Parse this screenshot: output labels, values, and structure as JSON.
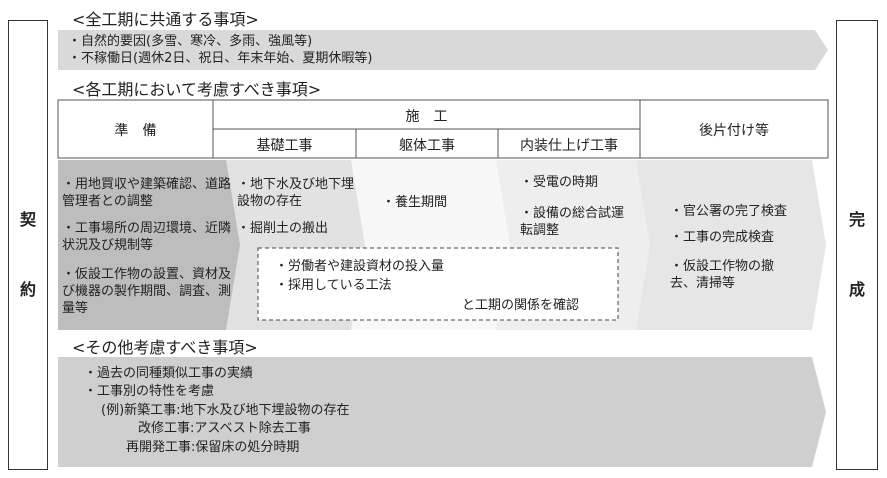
{
  "contract": [
    "契",
    "約"
  ],
  "completion": [
    "完",
    "成"
  ],
  "section1": {
    "heading": "<全工期に共通する事項>",
    "items": [
      "・自然的要因(多雪、寒冷、多雨、強風等)",
      "・不稼働日(週休2日、祝日、年末年始、夏期休暇等)"
    ]
  },
  "section2": {
    "heading": "<各工期において考慮すべき事項>",
    "headers": {
      "preparation": "準　備",
      "construction": "施　工",
      "foundation": "基礎工事",
      "structure": "躯体工事",
      "interior": "内装仕上げ工事",
      "cleanup": "後片付け等"
    },
    "preparation_items": [
      "・用地買収や建築確認、道路管理者との調整",
      "・工事場所の周辺環境、近隣状況及び規制等",
      "・仮設工作物の設置、資材及び機器の製作期間、調査、測量等"
    ],
    "foundation_items": [
      "・地下水及び地下埋設物の存在",
      "・掘削土の搬出"
    ],
    "structure_items": [
      "・養生期間"
    ],
    "interior_items": [
      "・受電の時期",
      "・設備の総合試運転調整"
    ],
    "cleanup_items": [
      "・官公署の完了検査",
      "・工事の完成検査",
      "・仮設工作物の撤去、清掃等"
    ],
    "dashed_box": [
      "・労働者や建設資材の投入量",
      "・採用している工法",
      "と工期の関係を確認"
    ]
  },
  "section3": {
    "heading": "<その他考慮すべき事項>",
    "items": [
      "・過去の同種類似工事の実績",
      "・工事別の特性を考慮",
      "(例)新築工事:地下水及び地下埋設物の存在",
      "改修工事:アスベスト除去工事",
      "再開発工事:保留床の処分時期"
    ]
  }
}
